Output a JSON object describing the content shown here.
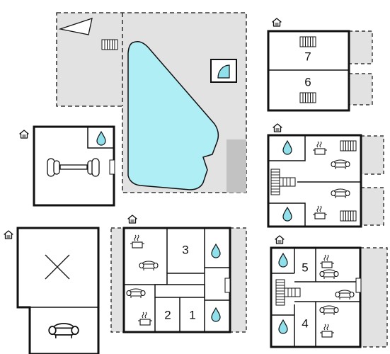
{
  "rooms": {
    "tr_upper": "7",
    "tr_lower": "6",
    "mid_big": "3",
    "mid_small_left": "2",
    "mid_small_right": "1",
    "right_upper": "5",
    "right_lower": "4"
  },
  "colors": {
    "outdoor": "#e2e2e2",
    "outdoor_dark": "#c2c2c2",
    "pool": "#aeeef4",
    "water": "#8fe0ea",
    "wall": "#111111"
  },
  "icons": [
    "house-icon",
    "pool-icon",
    "jacuzzi-icon",
    "stairs-icon",
    "radiator-icon",
    "water-drop-icon",
    "sofa-icon",
    "stove-icon",
    "fitness-icon",
    "sail-shade-icon",
    "door-icon",
    "cross-icon"
  ]
}
